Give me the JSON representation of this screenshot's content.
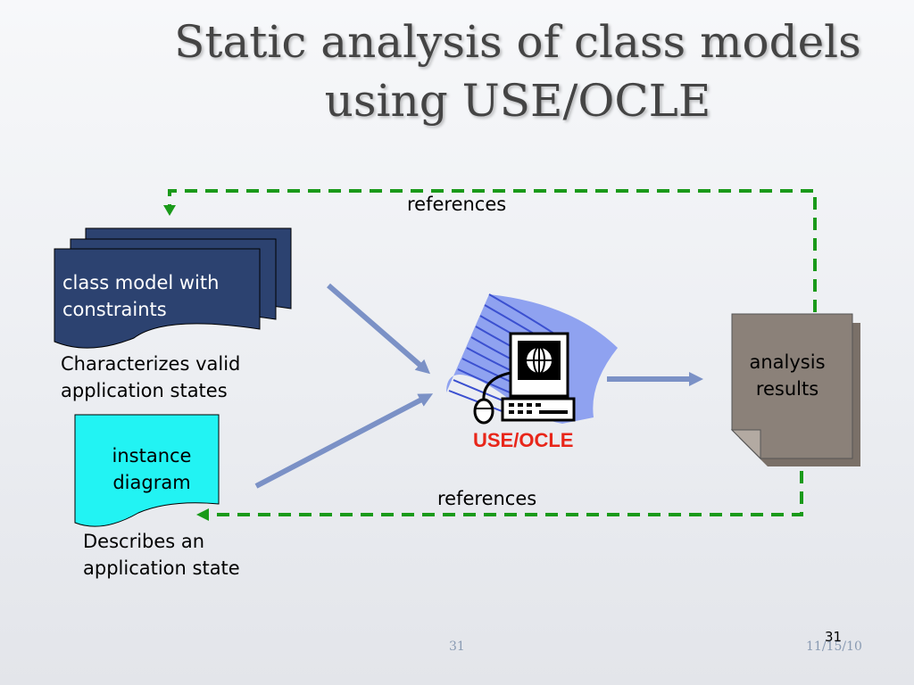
{
  "title": {
    "line1": "Static analysis of class models",
    "line2": "using USE/OCLE"
  },
  "class_model": {
    "label_line1": "class model with",
    "label_line2": "constraints",
    "caption_line1": "Characterizes valid",
    "caption_line2": "application states"
  },
  "instance_diagram": {
    "label_line1": "instance",
    "label_line2": "diagram",
    "caption_line1": "Describes an",
    "caption_line2": "application state"
  },
  "tool": {
    "label": "USE/OCLE"
  },
  "analysis_results": {
    "label_line1": "analysis",
    "label_line2": "results"
  },
  "references_top": "references",
  "references_bottom": "references",
  "footer": {
    "center": "31",
    "date": "11/15/10",
    "slide_number": "31"
  },
  "colors": {
    "class_model_fill": "#2c4270",
    "instance_fill": "#22f3f3",
    "results_fill": "#8b8179",
    "dashed_arrow": "#1a9a1a",
    "solid_arrow": "#7b91c6",
    "tool_label": "#e8261a"
  }
}
